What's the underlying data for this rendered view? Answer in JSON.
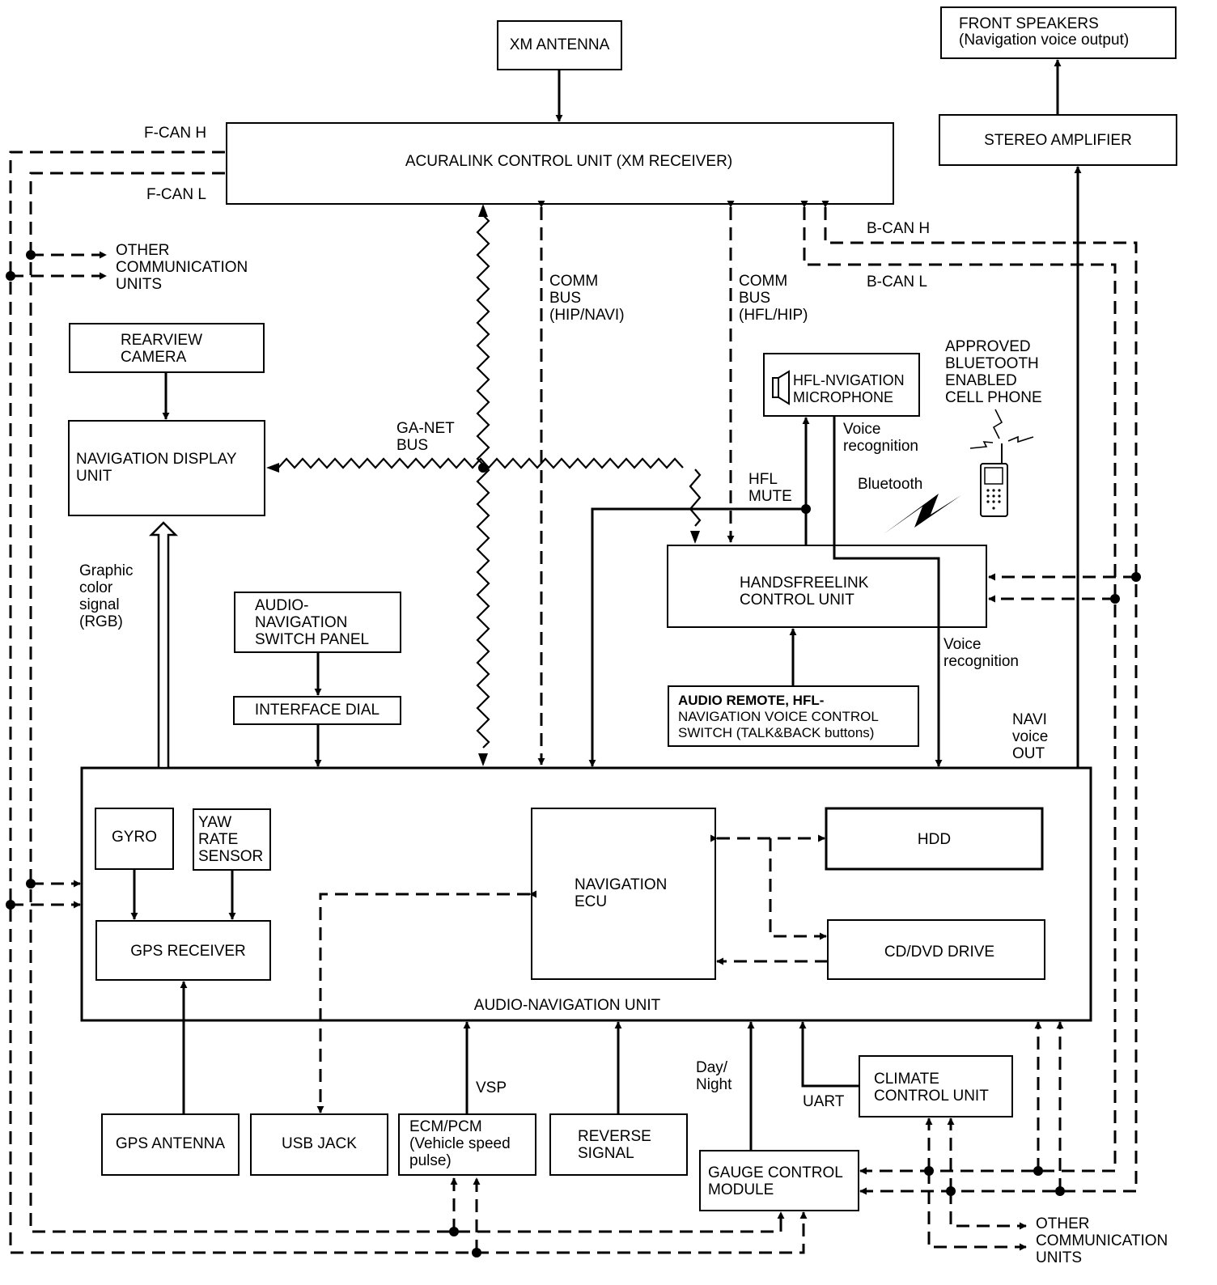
{
  "boxes": {
    "xm_antenna": "XM ANTENNA",
    "acuralink": "ACURALINK CONTROL UNIT (XM RECEIVER)",
    "front_speakers": "FRONT SPEAKERS\n(Navigation voice output)",
    "stereo_amp": "STEREO AMPLIFIER",
    "rearview_camera": "REARVIEW\nCAMERA",
    "nav_display": "NAVIGATION DISPLAY\nUNIT",
    "hfl_mic": "HFL-NVIGATION\nMICROPHONE",
    "handsfreelink": "HANDSFREELINK\nCONTROL UNIT",
    "switch_panel": "AUDIO-\nNAVIGATION\nSWITCH PANEL",
    "interface_dial": "INTERFACE DIAL",
    "audio_remote": "AUDIO REMOTE, HFL-\nNAVIGATION VOICE CONTROL\nSWITCH (TALK&BACK buttons)",
    "audio_nav_unit": "AUDIO-NAVIGATION UNIT",
    "gyro": "GYRO",
    "yaw_sensor": "YAW\nRATE\nSENSOR",
    "gps_receiver": "GPS RECEIVER",
    "nav_ecu": "NAVIGATION\nECU",
    "hdd": "HDD",
    "cd_dvd": "CD/DVD DRIVE",
    "gps_antenna": "GPS ANTENNA",
    "usb_jack": "USB JACK",
    "ecm_pcm": "ECM/PCM\n(Vehicle speed\npulse)",
    "reverse_signal": "REVERSE\nSIGNAL",
    "gauge_control": "GAUGE CONTROL\nMODULE",
    "climate_control": "CLIMATE\nCONTROL UNIT"
  },
  "labels": {
    "f_can_h": "F-CAN H",
    "f_can_l": "F-CAN L",
    "b_can_h": "B-CAN H",
    "b_can_l": "B-CAN L",
    "other_comm_1": "OTHER\nCOMMUNICATION\nUNITS",
    "other_comm_2": "OTHER\nCOMMUNICATION\nUNITS",
    "comm_bus_hip_navi": "COMM\nBUS\n(HIP/NAVI)",
    "comm_bus_hfl_hip": "COMM\nBUS\n(HFL/HIP)",
    "ga_net_bus": "GA-NET\nBUS",
    "cell_phone": "APPROVED\nBLUETOOTH\nENABLED\nCELL PHONE",
    "voice_recognition_1": "Voice\nrecognition",
    "voice_recognition_2": "Voice\nrecognition",
    "bluetooth": "Bluetooth",
    "hfl_mute": "HFL\nMUTE",
    "graphic_signal": "Graphic\ncolor\nsignal\n(RGB)",
    "navi_voice_out": "NAVI\nvoice\nOUT",
    "vsp": "VSP",
    "day_night": "Day/\nNight",
    "uart": "UART"
  }
}
